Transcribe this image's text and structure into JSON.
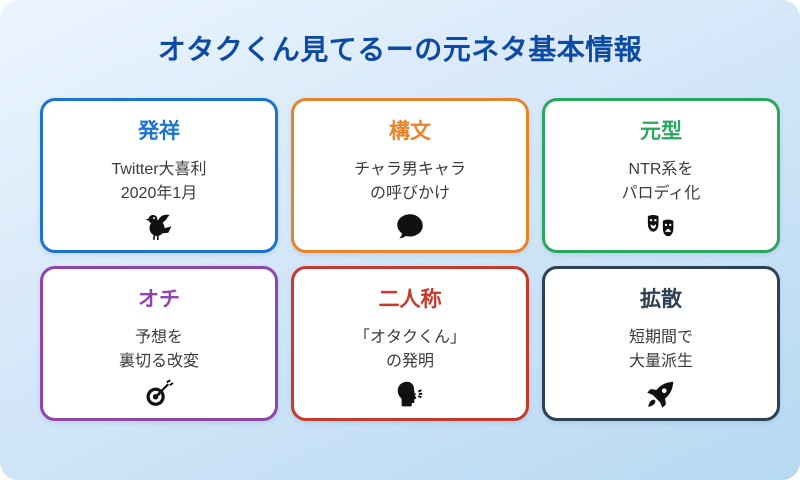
{
  "page": {
    "title": "オタクくん見てるーの元ネタ基本情報"
  },
  "colors": {
    "title_text": "#0d4aa6",
    "body_text": "#3b3b3b",
    "background_top": "#ecf5fe",
    "background_bottom": "#b6d9f3",
    "card_background": "#ffffff"
  },
  "cards": [
    {
      "title": "発祥",
      "lines": [
        "Twitter大喜利",
        "2020年1月"
      ],
      "icon": "bird-icon",
      "accent": "#1a73d2"
    },
    {
      "title": "構文",
      "lines": [
        "チャラ男キャラ",
        "の呼びかけ"
      ],
      "icon": "speech-bubble-icon",
      "accent": "#e8822b"
    },
    {
      "title": "元型",
      "lines": [
        "NTR系を",
        "パロディ化"
      ],
      "icon": "theater-masks-icon",
      "accent": "#2aa75f"
    },
    {
      "title": "オチ",
      "lines": [
        "予想を",
        "裏切る改変"
      ],
      "icon": "dart-target-icon",
      "accent": "#9044ad"
    },
    {
      "title": "二人称",
      "lines": [
        "「オタクくん」",
        "の発明"
      ],
      "icon": "speaking-head-icon",
      "accent": "#c53a2c"
    },
    {
      "title": "拡散",
      "lines": [
        "短期間で",
        "大量派生"
      ],
      "icon": "rocket-icon",
      "accent": "#2c4154"
    }
  ]
}
